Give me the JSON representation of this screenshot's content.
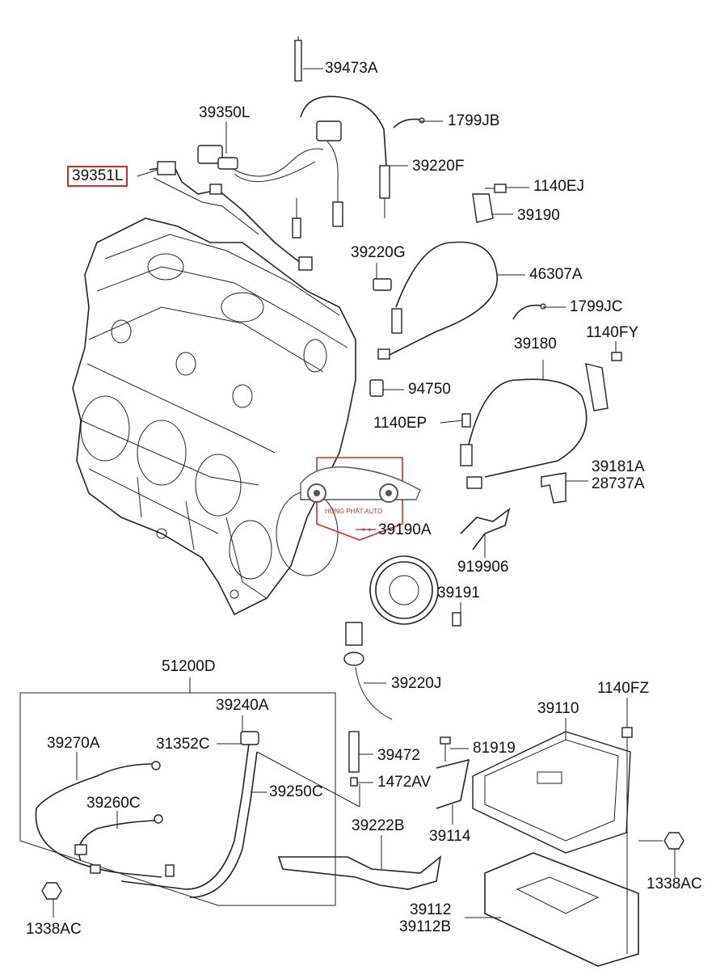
{
  "parts": [
    {
      "id": "39473A",
      "text": "39473A",
      "highlighted": false
    },
    {
      "id": "39350L",
      "text": "39350L",
      "highlighted": false
    },
    {
      "id": "1799JB",
      "text": "1799JB",
      "highlighted": false
    },
    {
      "id": "39351L",
      "text": "39351L",
      "highlighted": true
    },
    {
      "id": "39220F",
      "text": "39220F",
      "highlighted": false
    },
    {
      "id": "1140EJ",
      "text": "1140EJ",
      "highlighted": false
    },
    {
      "id": "39190",
      "text": "39190",
      "highlighted": false
    },
    {
      "id": "39220G",
      "text": "39220G",
      "highlighted": false
    },
    {
      "id": "46307A",
      "text": "46307A",
      "highlighted": false
    },
    {
      "id": "1799JC",
      "text": "1799JC",
      "highlighted": false
    },
    {
      "id": "1140FY",
      "text": "1140FY",
      "highlighted": false
    },
    {
      "id": "39180",
      "text": "39180",
      "highlighted": false
    },
    {
      "id": "94750",
      "text": "94750",
      "highlighted": false
    },
    {
      "id": "1140EP",
      "text": "1140EP",
      "highlighted": false
    },
    {
      "id": "39181A",
      "text": "39181A",
      "highlighted": false
    },
    {
      "id": "28737A",
      "text": "28737A",
      "highlighted": false
    },
    {
      "id": "39190A",
      "text": "39190A",
      "highlighted": false
    },
    {
      "id": "919906",
      "text": "919906",
      "highlighted": false
    },
    {
      "id": "39191",
      "text": "39191",
      "highlighted": false
    },
    {
      "id": "51200D",
      "text": "51200D",
      "highlighted": false
    },
    {
      "id": "39220J",
      "text": "39220J",
      "highlighted": false
    },
    {
      "id": "1140FZ",
      "text": "1140FZ",
      "highlighted": false
    },
    {
      "id": "39240A",
      "text": "39240A",
      "highlighted": false
    },
    {
      "id": "39110",
      "text": "39110",
      "highlighted": false
    },
    {
      "id": "39270A",
      "text": "39270A",
      "highlighted": false
    },
    {
      "id": "31352C",
      "text": "31352C",
      "highlighted": false
    },
    {
      "id": "81919",
      "text": "81919",
      "highlighted": false
    },
    {
      "id": "39472",
      "text": "39472",
      "highlighted": false
    },
    {
      "id": "39260C",
      "text": "39260C",
      "highlighted": false
    },
    {
      "id": "1472AV",
      "text": "1472AV",
      "highlighted": false
    },
    {
      "id": "39250C",
      "text": "39250C",
      "highlighted": false
    },
    {
      "id": "39222B",
      "text": "39222B",
      "highlighted": false
    },
    {
      "id": "39114",
      "text": "39114",
      "highlighted": false
    },
    {
      "id": "1338AC_right",
      "text": "1338AC",
      "highlighted": false
    },
    {
      "id": "39112",
      "text": "39112",
      "highlighted": false
    },
    {
      "id": "39112B",
      "text": "39112B",
      "highlighted": false
    },
    {
      "id": "1338AC_left",
      "text": "1338AC",
      "highlighted": false
    }
  ],
  "watermark": {
    "text": "HỒNG PHÁT AUTO",
    "color": "#d62828"
  },
  "highlight_color": "#d62828"
}
